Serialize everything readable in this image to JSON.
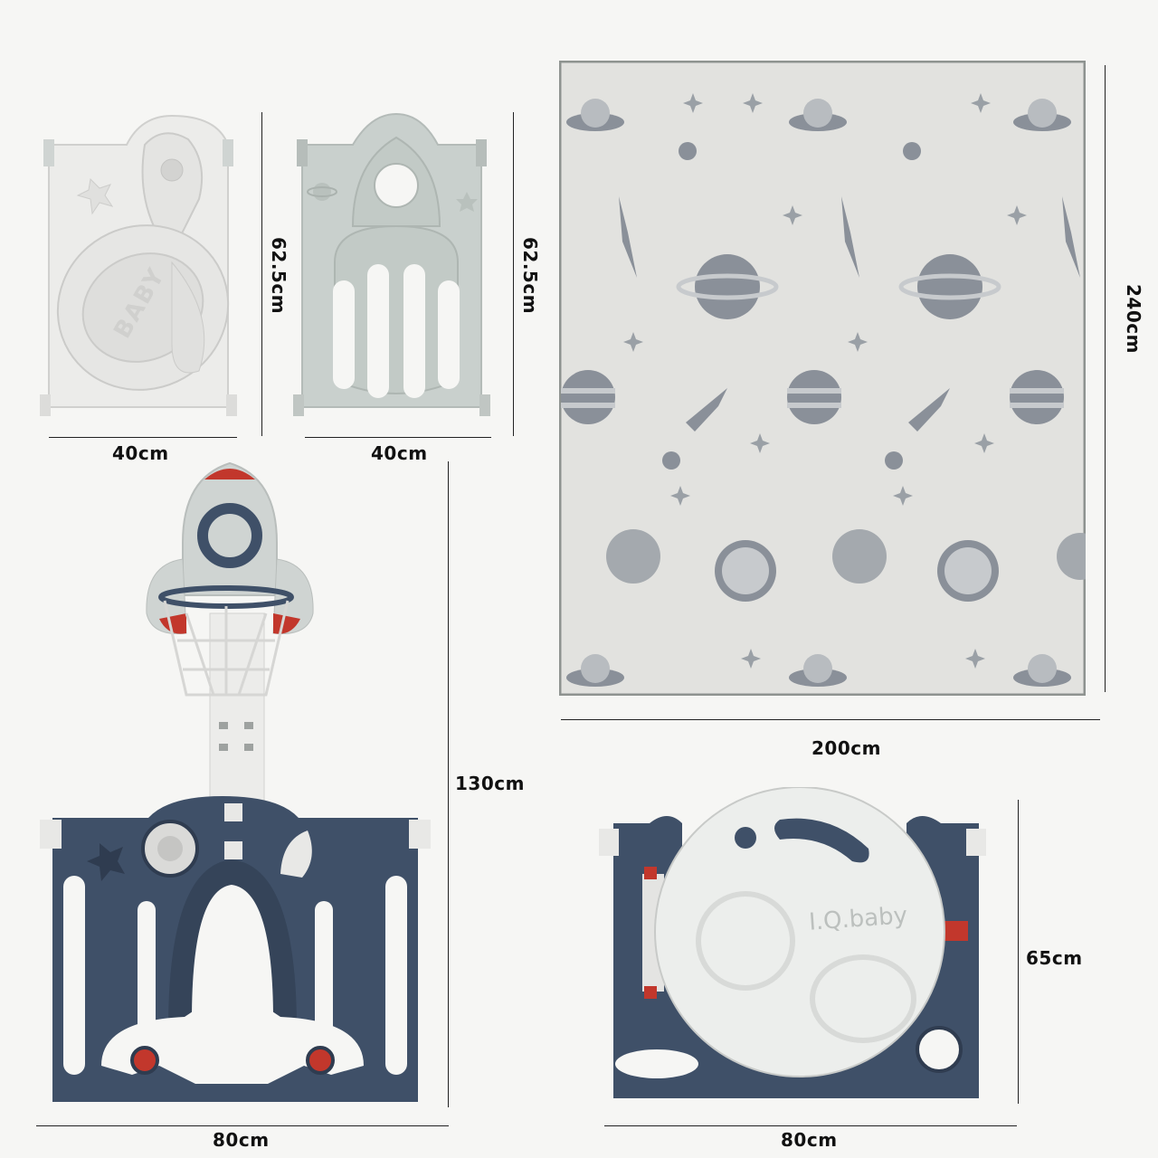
{
  "dimensions": {
    "white_panel_height": "62.5cm",
    "white_panel_width": "40cm",
    "grey_panel_height": "62.5cm",
    "grey_panel_width": "40cm",
    "mat_height": "240cm",
    "mat_width": "200cm",
    "hoop_panel_height": "130cm",
    "hoop_panel_width": "80cm",
    "door_panel_height": "65cm",
    "door_panel_width": "80cm"
  },
  "panel_text": {
    "white_panel_emboss": "BABY",
    "door_logo": "I.Q.baby"
  },
  "colors": {
    "navy": "#3f5068",
    "light_grey": "#e8e8e6",
    "sage": "#c9d0cd",
    "red": "#c2372c",
    "mat_bg": "#e2e2df",
    "mat_print": "#8a9099"
  }
}
